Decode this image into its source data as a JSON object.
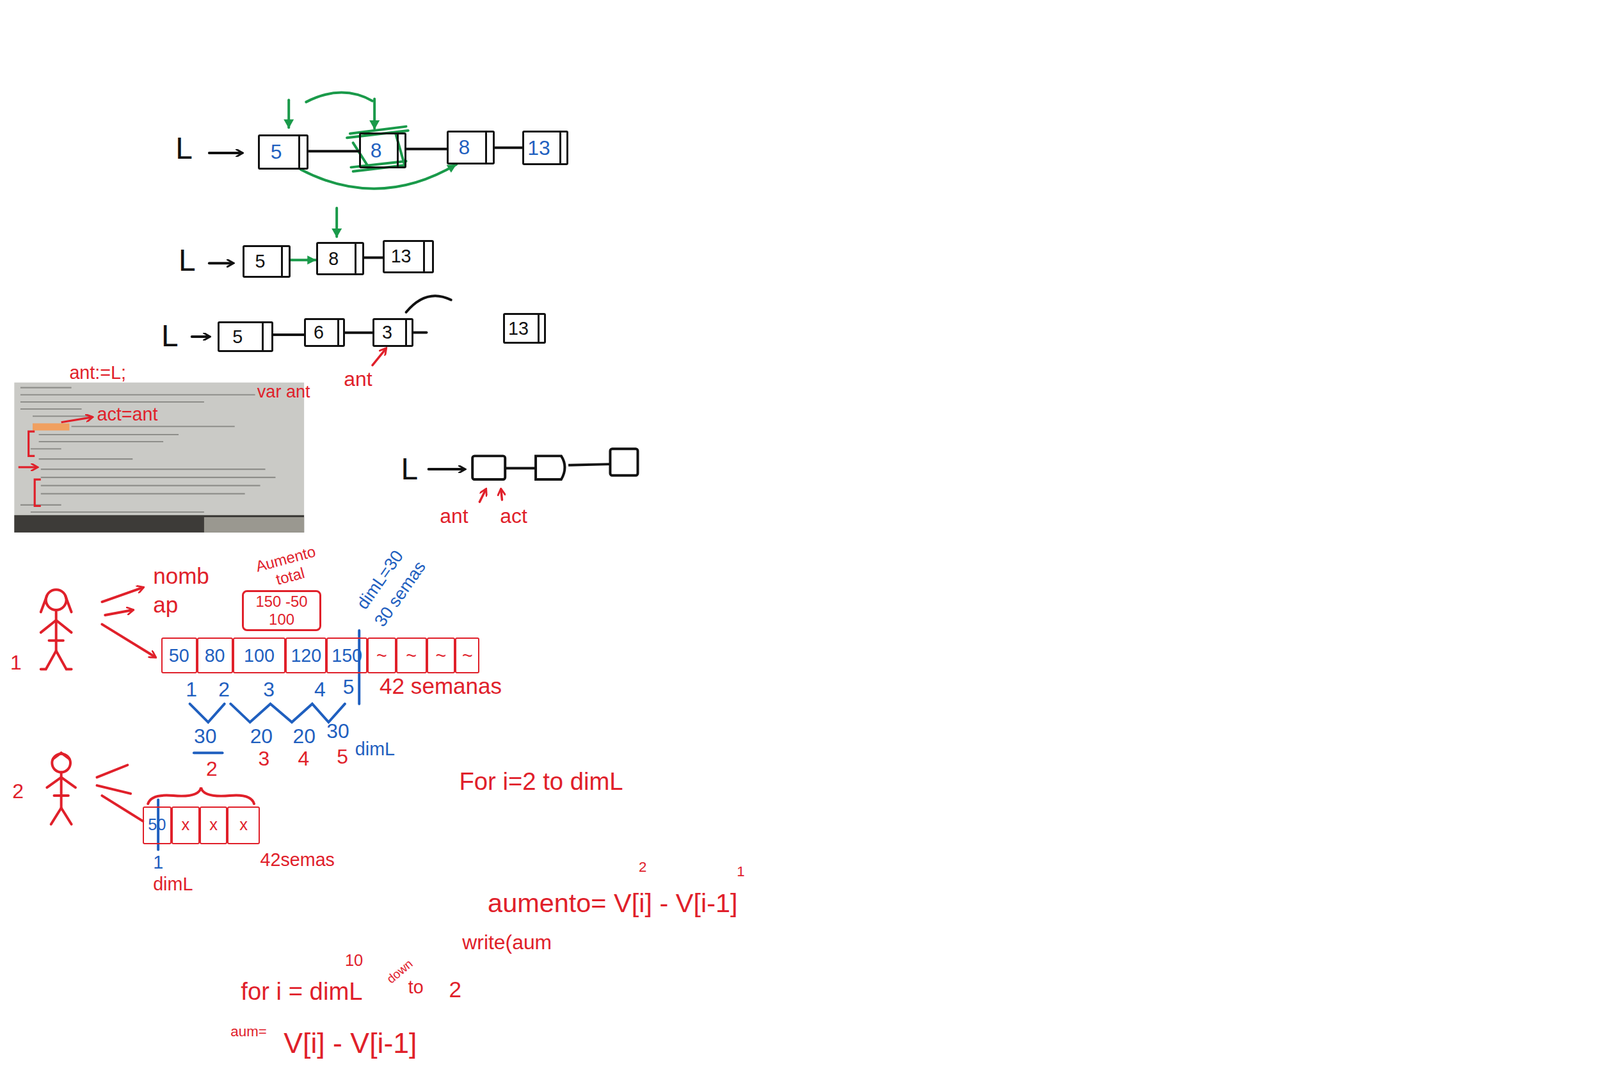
{
  "diagram": {
    "nodes": [
      {
        "text": [
          "5"
        ]
      },
      {
        "text": [
          "8"
        ]
      },
      {
        "text": [
          "8"
        ]
      },
      {
        "text": [
          "13"
        ]
      },
      {
        "text": [
          "5"
        ]
      },
      {
        "text": [
          "8"
        ]
      },
      {
        "text": [
          "13"
        ]
      },
      {
        "text": [
          "5"
        ]
      },
      {
        "text": [
          "6"
        ]
      },
      {
        "text": [
          "3"
        ]
      },
      {
        "text": [
          "13"
        ]
      },
      {
        "text": [
          "150 -50",
          "100"
        ]
      },
      {
        "text": [
          "50"
        ]
      },
      {
        "text": [
          "80"
        ]
      },
      {
        "text": [
          "100"
        ]
      },
      {
        "text": [
          "120"
        ]
      },
      {
        "text": [
          "150"
        ]
      },
      {
        "text": [
          "~"
        ]
      },
      {
        "text": [
          "~"
        ]
      },
      {
        "text": [
          "~"
        ]
      },
      {
        "text": [
          "~"
        ]
      },
      {
        "text": [
          "50"
        ]
      },
      {
        "text": [
          "x"
        ]
      },
      {
        "text": [
          "x"
        ]
      },
      {
        "text": [
          "x"
        ]
      }
    ],
    "edges": [
      {
        "from": 0,
        "to": 1,
        "arrow": "none"
      },
      {
        "from": 1,
        "to": 2,
        "arrow": "none"
      },
      {
        "from": 2,
        "to": 3,
        "arrow": "none"
      },
      {
        "from": 0,
        "to": 2,
        "arrow": "to"
      },
      {
        "from": 4,
        "to": 5,
        "arrow": "to"
      },
      {
        "from": 5,
        "to": 6,
        "arrow": "none"
      },
      {
        "from": 7,
        "to": 8,
        "arrow": "none"
      },
      {
        "from": 8,
        "to": 9,
        "arrow": "none"
      }
    ],
    "labels": [
      "L",
      "L",
      "L",
      "ant",
      "ant:=L;",
      "var ant",
      "act=ant",
      "L",
      "ant",
      "act",
      "1",
      "nomb",
      "ap",
      "Aumento total",
      "dimL=30",
      "30 semas",
      "42 semanas",
      "1",
      "2",
      "3",
      "4",
      "5",
      "30",
      "20",
      "20",
      "30",
      "2",
      "3",
      "4",
      "5",
      "dimL",
      "2",
      "42semas",
      "1",
      "dimL",
      "For i=2 to dimL",
      "2",
      "1",
      "aumento= V[i] - V[i-1]",
      "write(aum",
      "10",
      "for i = dimL",
      "down",
      "to",
      "2",
      "aum=",
      "V[i] - V[i-1]"
    ]
  }
}
